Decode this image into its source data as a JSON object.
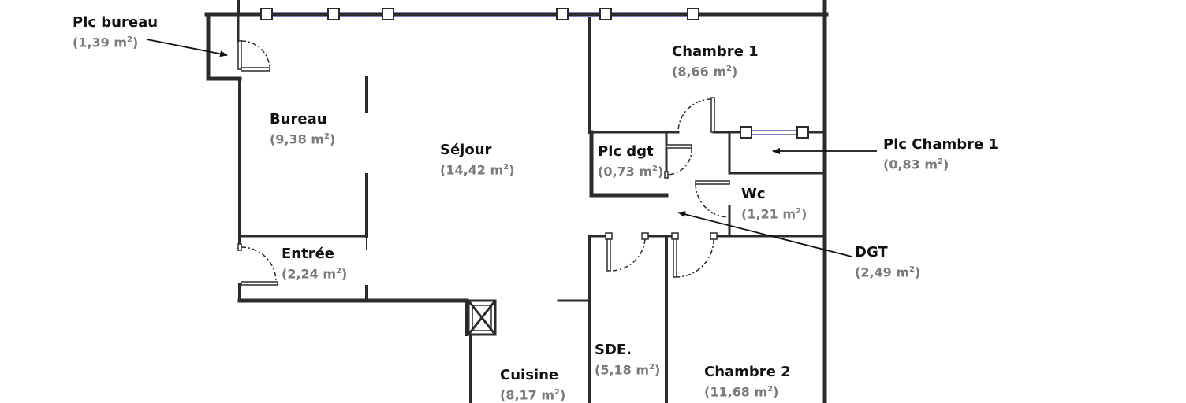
{
  "colors": {
    "wall": "#2b2b2b",
    "wall_fill": "#ffffff",
    "window": "#7a7fc0",
    "area_text": "#7a7a7a",
    "name_text": "#111111"
  },
  "unit_suffix": "2",
  "rooms": [
    {
      "id": "plc-bureau",
      "name": "Plc bureau",
      "area": "(1,39 m",
      "tail": ")"
    },
    {
      "id": "bureau",
      "name": "Bureau",
      "area": "(9,38 m",
      "tail": ")"
    },
    {
      "id": "sejour",
      "name": "Séjour",
      "area": "(14,42 m",
      "tail": ")"
    },
    {
      "id": "entree",
      "name": "Entrée",
      "area": "(2,24 m",
      "tail": ")"
    },
    {
      "id": "chambre-1",
      "name": "Chambre 1",
      "area": "(8,66 m",
      "tail": ")"
    },
    {
      "id": "plc-dgt",
      "name": "Plc dgt",
      "area": "(0,73 m",
      "tail": ")"
    },
    {
      "id": "plc-chambre-1",
      "name": "Plc Chambre 1",
      "area": "(0,83 m",
      "tail": ")"
    },
    {
      "id": "wc",
      "name": "Wc",
      "area": "(1,21 m",
      "tail": ")"
    },
    {
      "id": "dgt",
      "name": "DGT",
      "area": "(2,49 m",
      "tail": ")"
    },
    {
      "id": "cuisine",
      "name": "Cuisine",
      "area": "(8,17 m",
      "tail": ")"
    },
    {
      "id": "sde",
      "name": "SDE.",
      "area": "(5,18 m",
      "tail": ")"
    },
    {
      "id": "chambre-2",
      "name": "Chambre 2",
      "area": "(11,68 m",
      "tail": ")"
    }
  ]
}
